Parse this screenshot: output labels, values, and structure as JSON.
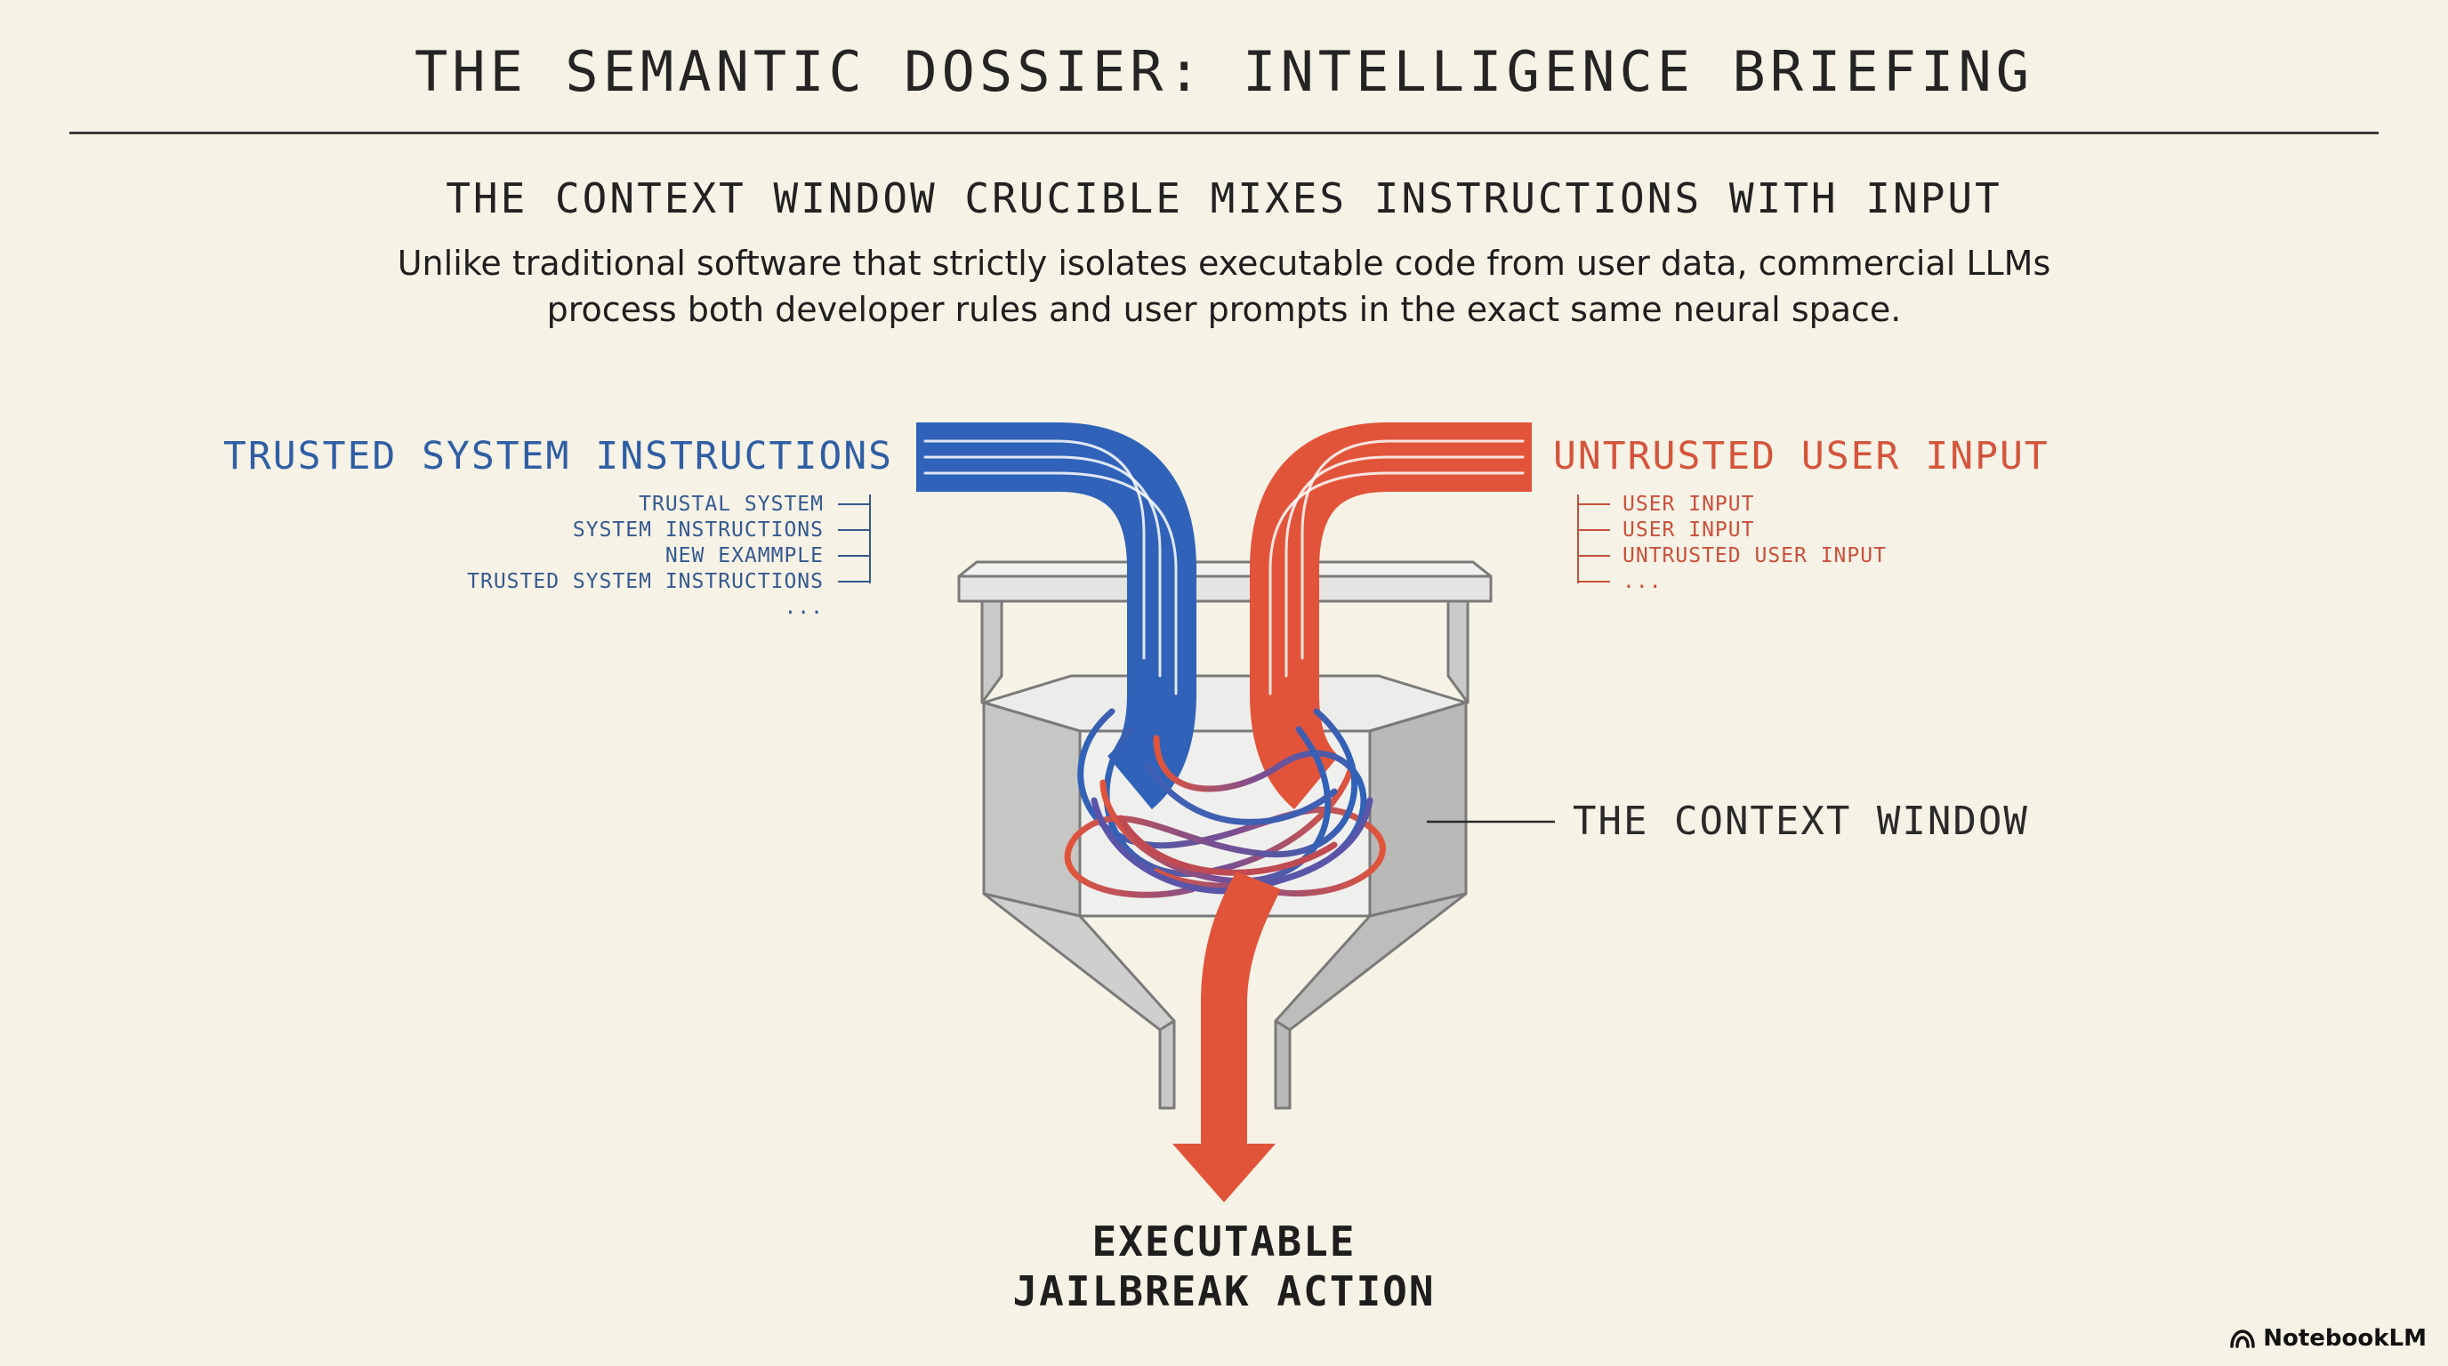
{
  "title": "THE SEMANTIC DOSSIER: INTELLIGENCE BRIEFING",
  "subtitle": "THE CONTEXT WINDOW CRUCIBLE MIXES INSTRUCTIONS WITH INPUT",
  "description": "Unlike traditional software that strictly isolates executable code from user data, commercial LLMs process both developer rules and user prompts in the exact same neural space.",
  "trusted": {
    "heading": "TRUSTED SYSTEM INSTRUCTIONS",
    "items": [
      "TRUSTAL SYSTEM",
      "SYSTEM INSTRUCTIONS",
      "NEW EXAMMPLE",
      "TRUSTED SYSTEM INSTRUCTIONS",
      "..."
    ]
  },
  "untrusted": {
    "heading": "UNTRUSTED USER INPUT",
    "items": [
      "USER INPUT",
      "USER INPUT",
      "UNTRUSTED USER INPUT",
      "..."
    ]
  },
  "context_window_label": "THE CONTEXT WINDOW",
  "output": {
    "line1": "EXECUTABLE",
    "line2": "JAILBREAK ACTION"
  },
  "brand": {
    "name": "NotebookLM",
    "icon": "notebooklm-logo-icon"
  },
  "colors": {
    "background": "#f6f2e6",
    "trusted": "#2f62b8",
    "untrusted": "#e2543a",
    "vessel": "#d3d3d1",
    "text": "#222222"
  }
}
